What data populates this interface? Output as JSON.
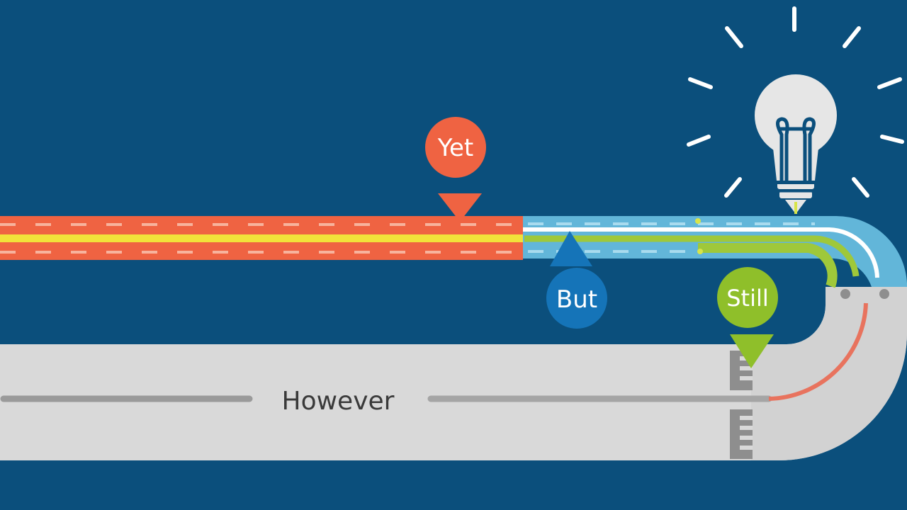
{
  "labels": {
    "yet": "Yet",
    "but": "But",
    "still": "Still",
    "however": "However"
  },
  "colors": {
    "background": "#0b4f7c",
    "yet": "#ef6342",
    "but": "#1574b8",
    "still": "#8fbf2a",
    "however_track": "#d9d9d9",
    "yellow_lane": "#f1e23a",
    "blue_lane": "#62b6d9",
    "bulb": "#e6e6e6"
  },
  "icons": {
    "bulb": "lightbulb-icon",
    "rays": "light-rays-icon"
  }
}
